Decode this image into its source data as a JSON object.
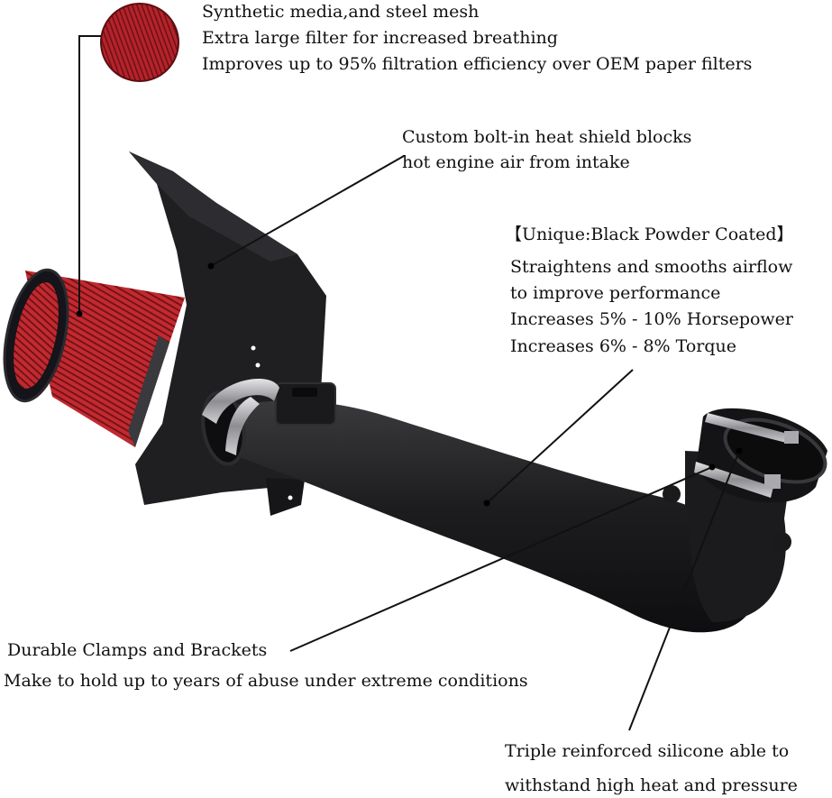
{
  "callouts": {
    "filter": {
      "line1": "Synthetic media,and steel mesh",
      "line2": "Extra large filter for increased breathing",
      "line3": "Improves up to 95% filtration efficiency over OEM paper filters"
    },
    "heat_shield": {
      "line1": "Custom bolt-in heat shield blocks",
      "line2": " hot engine air from intake"
    },
    "coating": {
      "title": "【Unique:Black Powder Coated】",
      "line1": "Straightens and smooths airflow",
      "line2": " to improve performance",
      "line3": "Increases 5% - 10% Horsepower",
      "line4": "Increases 6% - 8%  Torque"
    },
    "clamps": {
      "line1": "Durable Clamps and Brackets",
      "line2": "Make to hold up to years of abuse under extreme conditions"
    },
    "silicone": {
      "line1": "Triple reinforced silicone able to",
      "line2": "withstand high heat and pressure"
    }
  },
  "colors": {
    "filter_red": "#b5232a",
    "filter_dark_red": "#6e1116",
    "metal_black": "#1c1c1e",
    "clamp_silver": "#b9b9bd"
  }
}
